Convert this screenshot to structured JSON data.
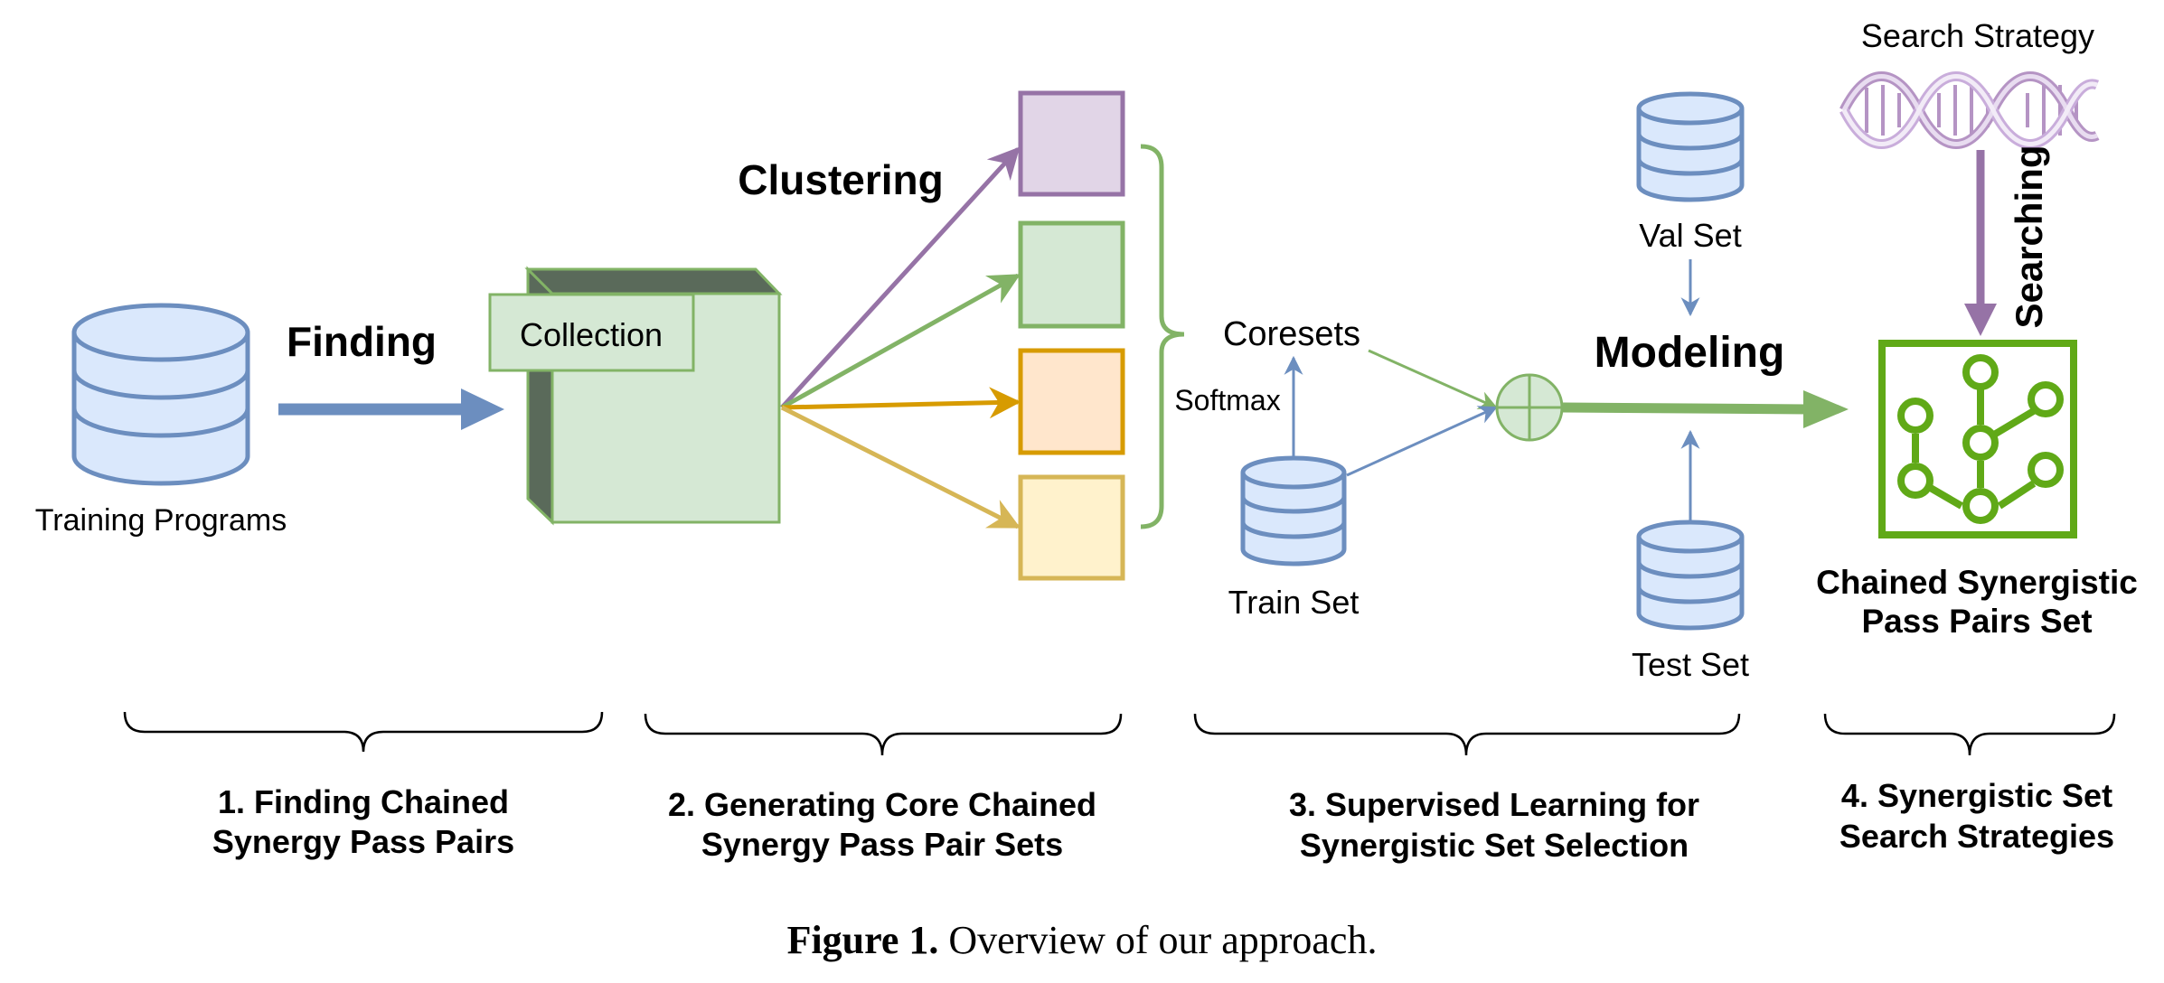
{
  "nodes": {
    "training_programs": "Training Programs",
    "finding": "Finding",
    "collection": "Collection",
    "clustering": "Clustering",
    "coresets": "Coresets",
    "softmax": "Softmax",
    "train_set": "Train Set",
    "val_set": "Val Set",
    "test_set": "Test Set",
    "modeling": "Modeling",
    "search_strategy": "Search Strategy",
    "searching": "Searching",
    "result_line1": "Chained Synergistic",
    "result_line2": "Pass Pairs Set"
  },
  "stages": [
    {
      "line1": "1. Finding Chained",
      "line2": "Synergy Pass Pairs"
    },
    {
      "line1": "2. Generating Core Chained",
      "line2": "Synergy Pass Pair Sets"
    },
    {
      "line1": "3. Supervised Learning for",
      "line2": "Synergistic Set Selection"
    },
    {
      "line1": "4. Synergistic Set",
      "line2": "Search Strategies"
    }
  ],
  "caption": {
    "label": "Figure 1.",
    "text": "Overview of our approach."
  },
  "colors": {
    "blue": "#6c8ebf",
    "blue_fill": "#dae8fc",
    "green": "#82b366",
    "green_fill": "#d5e8d4",
    "purple": "#9673a6",
    "purple_fill": "#e1d5e7",
    "orange": "#d79b00",
    "orange_fill": "#ffe6cc",
    "yellow": "#d6b656",
    "yellow_fill": "#fff2cc",
    "result_green": "#60a917"
  },
  "icons": [
    "database-icon",
    "cube-icon",
    "dna-icon",
    "tree-network-icon",
    "circle-plus-icon",
    "curly-brace-icon"
  ]
}
